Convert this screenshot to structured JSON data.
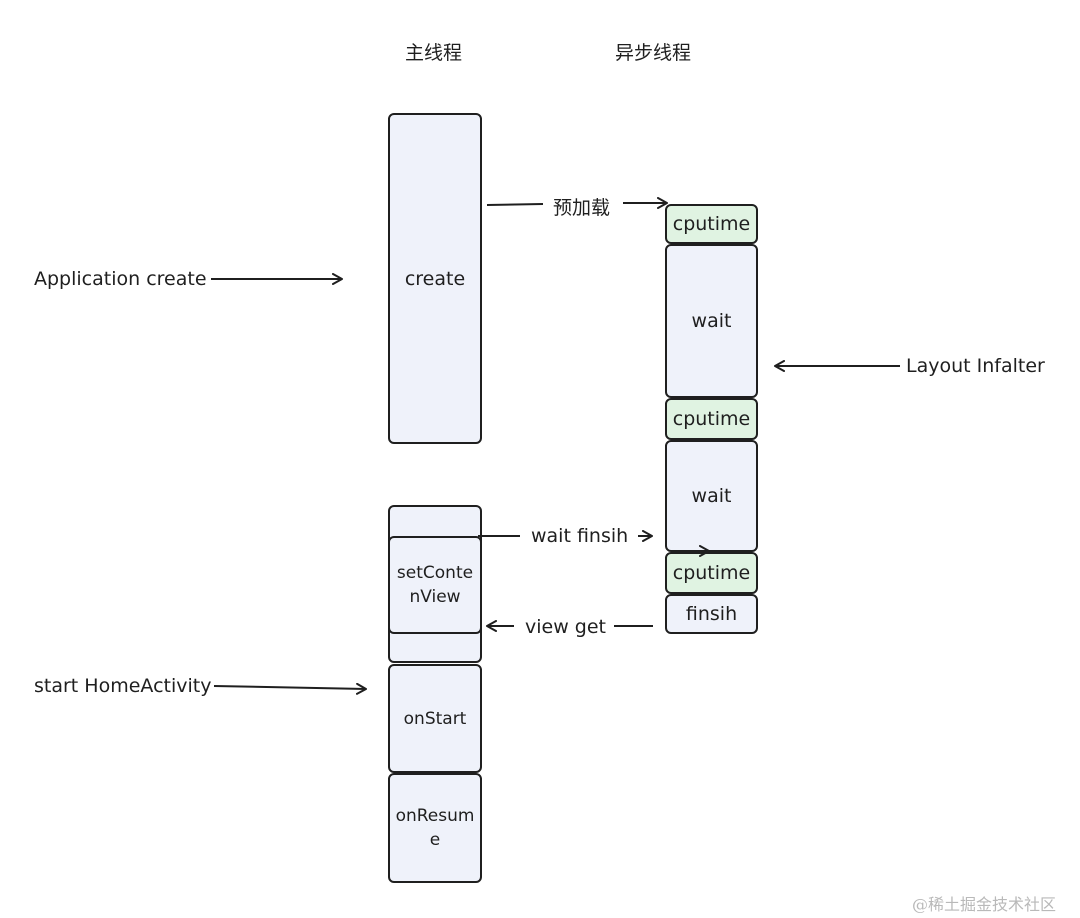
{
  "headers": {
    "main_thread": "主线程",
    "async_thread": "异步线程"
  },
  "main_thread_blocks": {
    "create": "create",
    "set_content_view": "setConte\nnView",
    "on_start": "onStart",
    "on_resume": "onResum\ne"
  },
  "async_thread_blocks": {
    "cputime_1": "cputime",
    "wait_1": "wait",
    "cputime_2": "cputime",
    "wait_2": "wait",
    "cputime_3": "cputime",
    "finish": "finsih"
  },
  "labels": {
    "application_create": "Application  create",
    "start_home_activity": "start HomeActivity",
    "preload": "预加载",
    "layout_inflater": "Layout  Infalter",
    "wait_finish": "wait finsih",
    "view_get": "view get"
  },
  "watermark": "@稀土掘金技术社区",
  "colors": {
    "block_fill": "#eff2fa",
    "cputime_fill": "#e0f3e2",
    "stroke": "#1f1f1f"
  }
}
